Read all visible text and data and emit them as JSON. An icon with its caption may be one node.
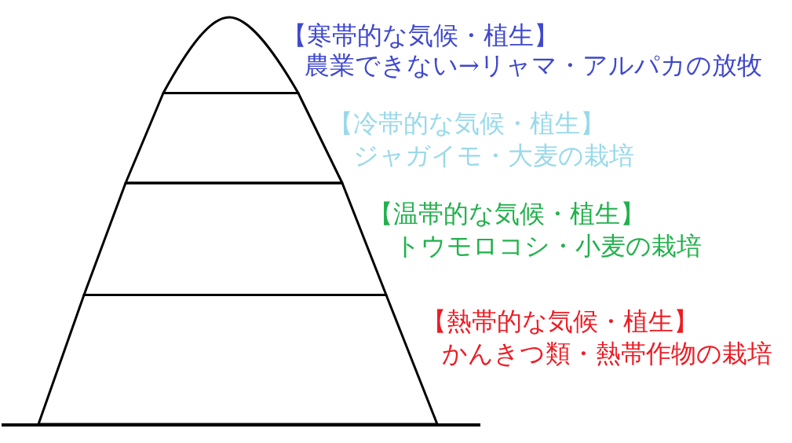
{
  "diagram": {
    "nodes": [
      {
        "text": [],
        "shape": "band",
        "beside": [
          "【寒帯的な気候・植生】",
          "農業できない→リャマ・アルパカの放牧"
        ]
      },
      {
        "text": [],
        "shape": "band",
        "beside": [
          "【冷帯的な気候・植生】",
          "ジャガイモ・大麦の栽培"
        ]
      },
      {
        "text": [],
        "shape": "band",
        "beside": [
          "【温帯的な気候・植生】",
          "トウモロコシ・小麦の栽培"
        ]
      },
      {
        "text": [],
        "shape": "band",
        "beside": [
          "【熱帯的な気候・植生】",
          "かんきつ類・熱帯作物の栽培"
        ]
      }
    ]
  }
}
